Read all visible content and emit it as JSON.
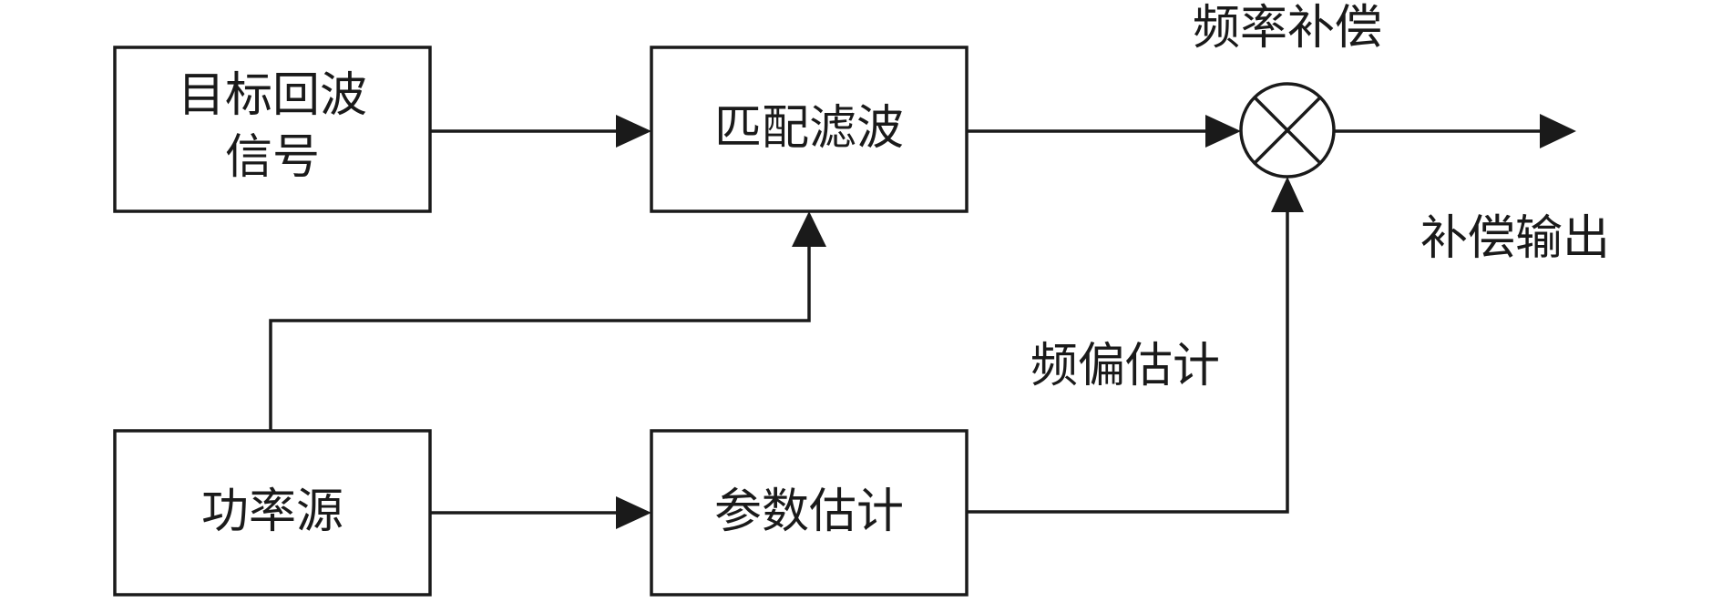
{
  "diagram": {
    "blocks": {
      "target_echo": {
        "line1": "目标回波",
        "line2": "信号"
      },
      "matched_filter": {
        "label": "匹配滤波"
      },
      "power_source": {
        "label": "功率源"
      },
      "param_estimation": {
        "label": "参数估计"
      }
    },
    "labels": {
      "freq_compensation": "频率补偿",
      "compensated_output": "补偿输出",
      "freq_offset_estimation": "频偏估计"
    },
    "colors": {
      "stroke": "#1a1a1a",
      "background": "#ffffff"
    }
  }
}
